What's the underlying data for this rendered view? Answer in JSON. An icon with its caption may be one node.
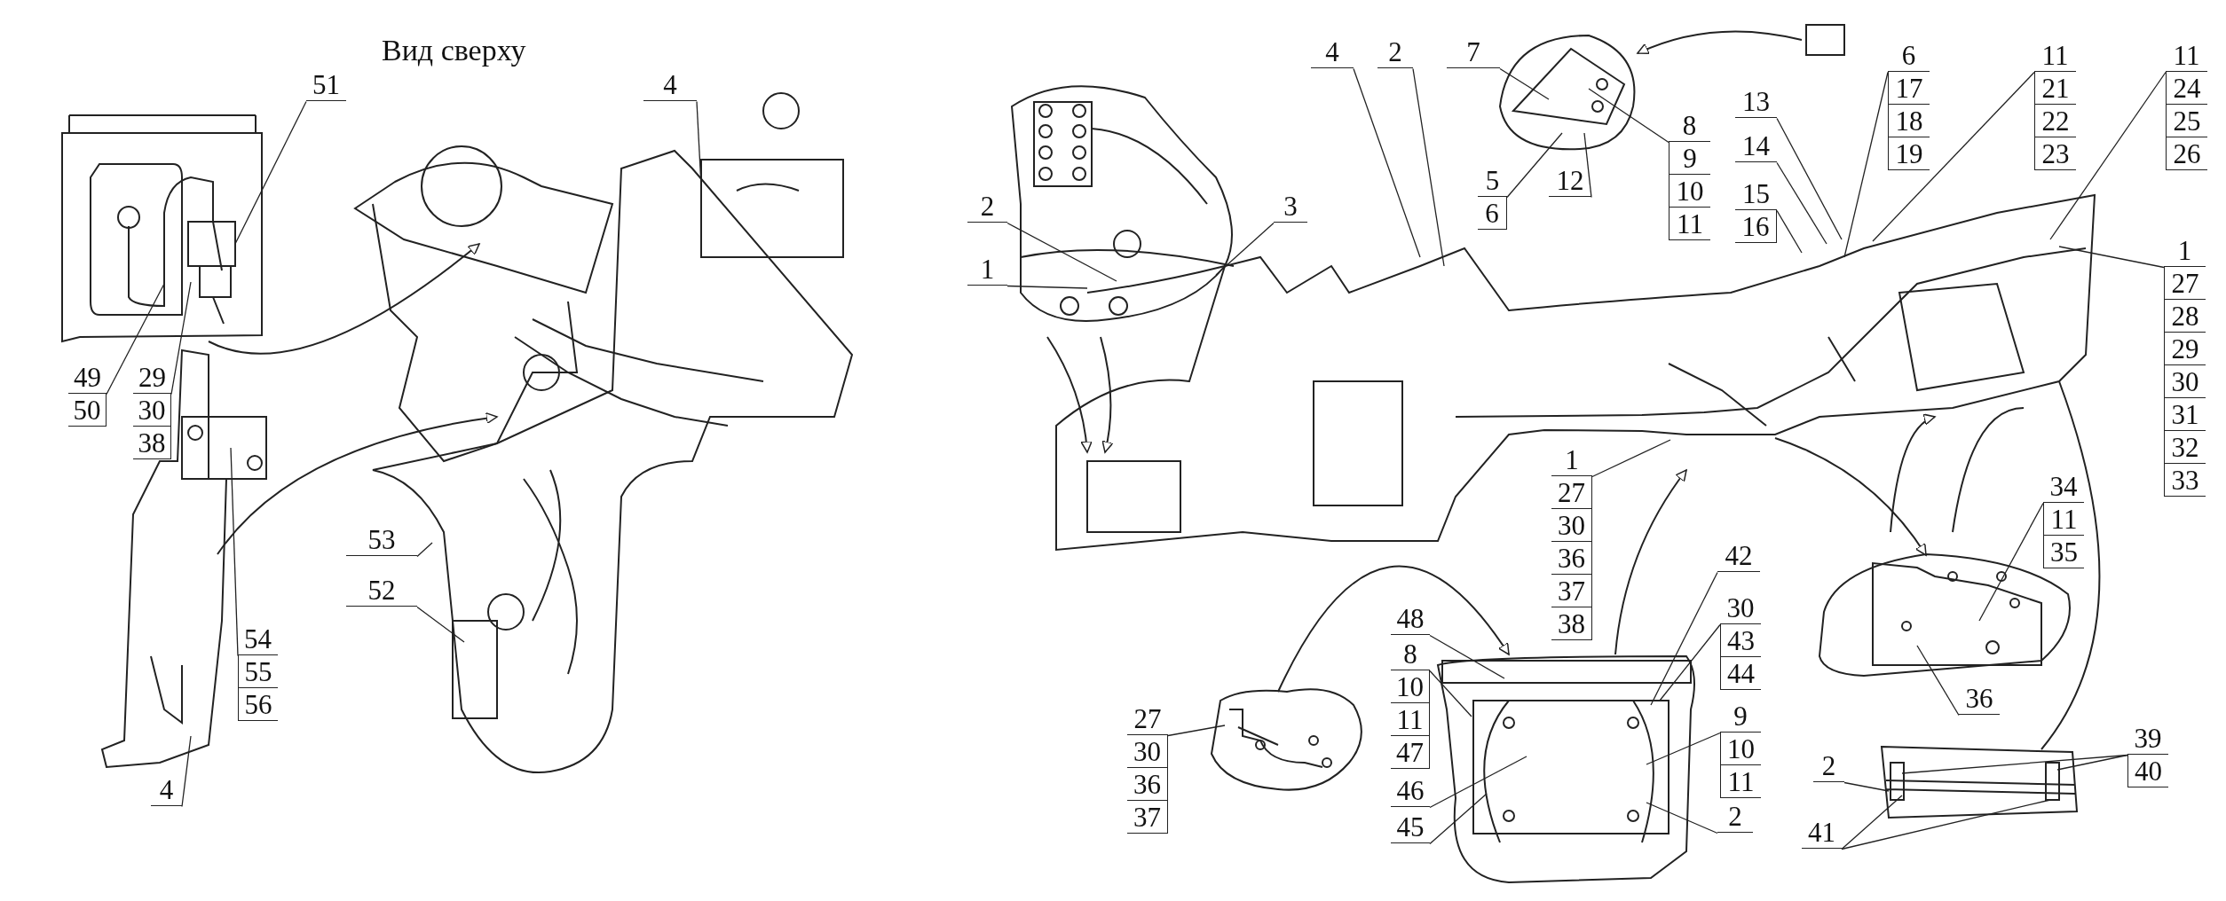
{
  "diagram": {
    "nodes": [
      {
        "text": [
          "51"
        ]
      },
      {
        "text": [
          "4"
        ]
      },
      {
        "text": [
          "49",
          "50"
        ]
      },
      {
        "text": [
          "29",
          "30",
          "38"
        ]
      },
      {
        "text": [
          "54",
          "55",
          "56"
        ]
      },
      {
        "text": [
          "53"
        ]
      },
      {
        "text": [
          "52"
        ]
      },
      {
        "text": [
          "4"
        ]
      },
      {
        "text": [
          "2"
        ]
      },
      {
        "text": [
          "1"
        ]
      },
      {
        "text": [
          "3"
        ]
      },
      {
        "text": [
          "4"
        ]
      },
      {
        "text": [
          "2"
        ]
      },
      {
        "text": [
          "7"
        ]
      },
      {
        "text": [
          "5",
          "6"
        ]
      },
      {
        "text": [
          "12"
        ]
      },
      {
        "text": [
          "8",
          "9",
          "10",
          "11"
        ]
      },
      {
        "text": [
          "13"
        ]
      },
      {
        "text": [
          "14"
        ]
      },
      {
        "text": [
          "15",
          "16"
        ]
      },
      {
        "text": [
          "6",
          "17",
          "18",
          "19"
        ]
      },
      {
        "text": [
          "11",
          "21",
          "22",
          "23"
        ]
      },
      {
        "text": [
          "11",
          "24",
          "25",
          "26"
        ]
      },
      {
        "text": [
          "1",
          "27",
          "28",
          "29",
          "30",
          "31",
          "32",
          "33"
        ]
      },
      {
        "text": [
          "1",
          "27",
          "30",
          "36",
          "37",
          "38"
        ]
      },
      {
        "text": [
          "27",
          "30",
          "36",
          "37"
        ]
      },
      {
        "text": [
          "48"
        ]
      },
      {
        "text": [
          "8",
          "10",
          "11",
          "47"
        ]
      },
      {
        "text": [
          "46"
        ]
      },
      {
        "text": [
          "45"
        ]
      },
      {
        "text": [
          "42"
        ]
      },
      {
        "text": [
          "30",
          "43",
          "44"
        ]
      },
      {
        "text": [
          "9",
          "10",
          "11"
        ]
      },
      {
        "text": [
          "2"
        ]
      },
      {
        "text": [
          "34",
          "11",
          "35"
        ]
      },
      {
        "text": [
          "36"
        ]
      },
      {
        "text": [
          "39",
          "40"
        ]
      },
      {
        "text": [
          "2"
        ]
      },
      {
        "text": [
          "41"
        ]
      },
      {
        "text": [],
        "shape": "picture"
      },
      {
        "text": [],
        "shape": "picture"
      }
    ],
    "edges": [
      {
        "from": 0,
        "to": null,
        "arrow": "none"
      },
      {
        "from": 1,
        "to": null,
        "arrow": "none"
      },
      {
        "from": 2,
        "to": null,
        "arrow": "none"
      },
      {
        "from": 3,
        "to": null,
        "arrow": "none"
      },
      {
        "from": 4,
        "to": null,
        "arrow": "none"
      },
      {
        "from": 5,
        "to": null,
        "arrow": "none"
      },
      {
        "from": 6,
        "to": null,
        "arrow": "none"
      },
      {
        "from": 7,
        "to": null,
        "arrow": "none"
      },
      {
        "from": 8,
        "to": null,
        "arrow": "none"
      },
      {
        "from": 9,
        "to": null,
        "arrow": "none"
      },
      {
        "from": 10,
        "to": null,
        "arrow": "none"
      },
      {
        "from": 11,
        "to": null,
        "arrow": "none"
      },
      {
        "from": 12,
        "to": null,
        "arrow": "none"
      },
      {
        "from": 13,
        "to": 39,
        "arrow": "none"
      },
      {
        "from": 14,
        "to": 39,
        "arrow": "none"
      },
      {
        "from": 15,
        "to": 39,
        "arrow": "none"
      },
      {
        "from": 16,
        "to": 39,
        "arrow": "none"
      },
      {
        "from": 17,
        "to": null,
        "arrow": "none"
      },
      {
        "from": 18,
        "to": null,
        "arrow": "none"
      },
      {
        "from": 19,
        "to": null,
        "arrow": "none"
      },
      {
        "from": 20,
        "to": null,
        "arrow": "none"
      },
      {
        "from": 21,
        "to": null,
        "arrow": "none"
      },
      {
        "from": 22,
        "to": null,
        "arrow": "none"
      },
      {
        "from": 23,
        "to": null,
        "arrow": "none"
      },
      {
        "from": 24,
        "to": null,
        "arrow": "none"
      },
      {
        "from": 25,
        "to": null,
        "arrow": "none"
      },
      {
        "from": 26,
        "to": null,
        "arrow": "none"
      },
      {
        "from": 27,
        "to": null,
        "arrow": "none"
      },
      {
        "from": 28,
        "to": null,
        "arrow": "none"
      },
      {
        "from": 29,
        "to": null,
        "arrow": "none"
      },
      {
        "from": 30,
        "to": null,
        "arrow": "none"
      },
      {
        "from": 31,
        "to": null,
        "arrow": "none"
      },
      {
        "from": 32,
        "to": null,
        "arrow": "none"
      },
      {
        "from": 33,
        "to": null,
        "arrow": "none"
      },
      {
        "from": 34,
        "to": 40,
        "arrow": "none"
      },
      {
        "from": 35,
        "to": 40,
        "arrow": "none"
      },
      {
        "from": 36,
        "to": null,
        "arrow": "none"
      },
      {
        "from": 36,
        "to": null,
        "arrow": "none"
      },
      {
        "from": 37,
        "to": null,
        "arrow": "none"
      },
      {
        "from": 38,
        "to": null,
        "arrow": "none"
      },
      {
        "from": 38,
        "to": null,
        "arrow": "none"
      }
    ],
    "labels": [
      "Вид сверху"
    ]
  }
}
